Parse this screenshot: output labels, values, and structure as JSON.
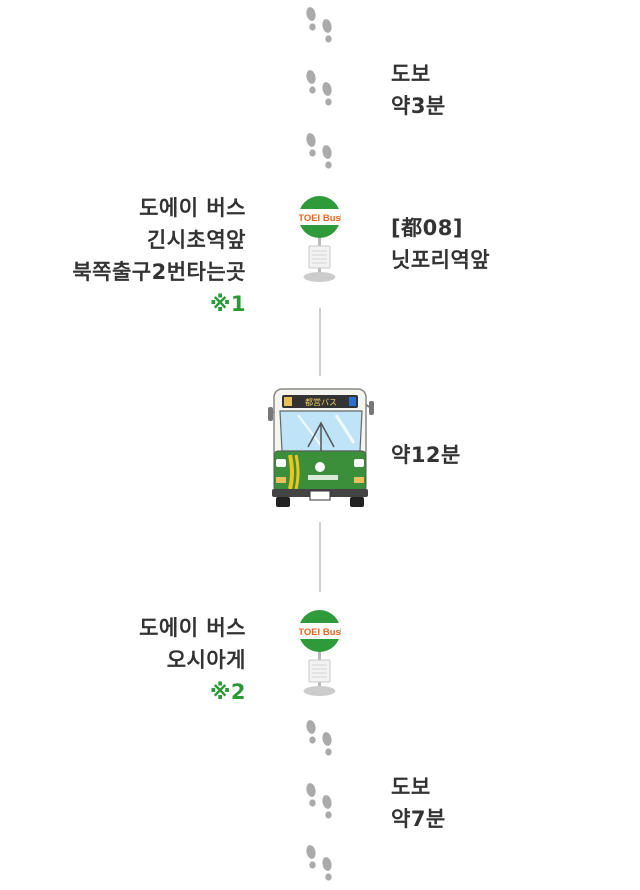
{
  "walk_top": {
    "label": "도보",
    "duration": "약3분"
  },
  "stop_board": {
    "operator": "도에이 버스",
    "place_line1": "긴시초역앞",
    "place_line2": "북쪽출구2번타는곳",
    "note_mark": "※1",
    "route": "[都08]",
    "route_stop": "닛포리역앞",
    "sign_text": "TOEI Bus"
  },
  "bus_ride": {
    "duration": "약12분",
    "bus_sign": "都営バス"
  },
  "stop_alight": {
    "operator": "도에이 버스",
    "place": "오시아게",
    "note_mark": "※2",
    "sign_text": "TOEI Bus"
  },
  "walk_bottom": {
    "label": "도보",
    "duration": "약7분"
  },
  "colors": {
    "text": "#333333",
    "note": "#2a9a36",
    "sign_green": "#2f9a3a",
    "sign_orange": "#e8641b",
    "bus_green": "#3c8f3a",
    "line": "#cfcfcf"
  }
}
